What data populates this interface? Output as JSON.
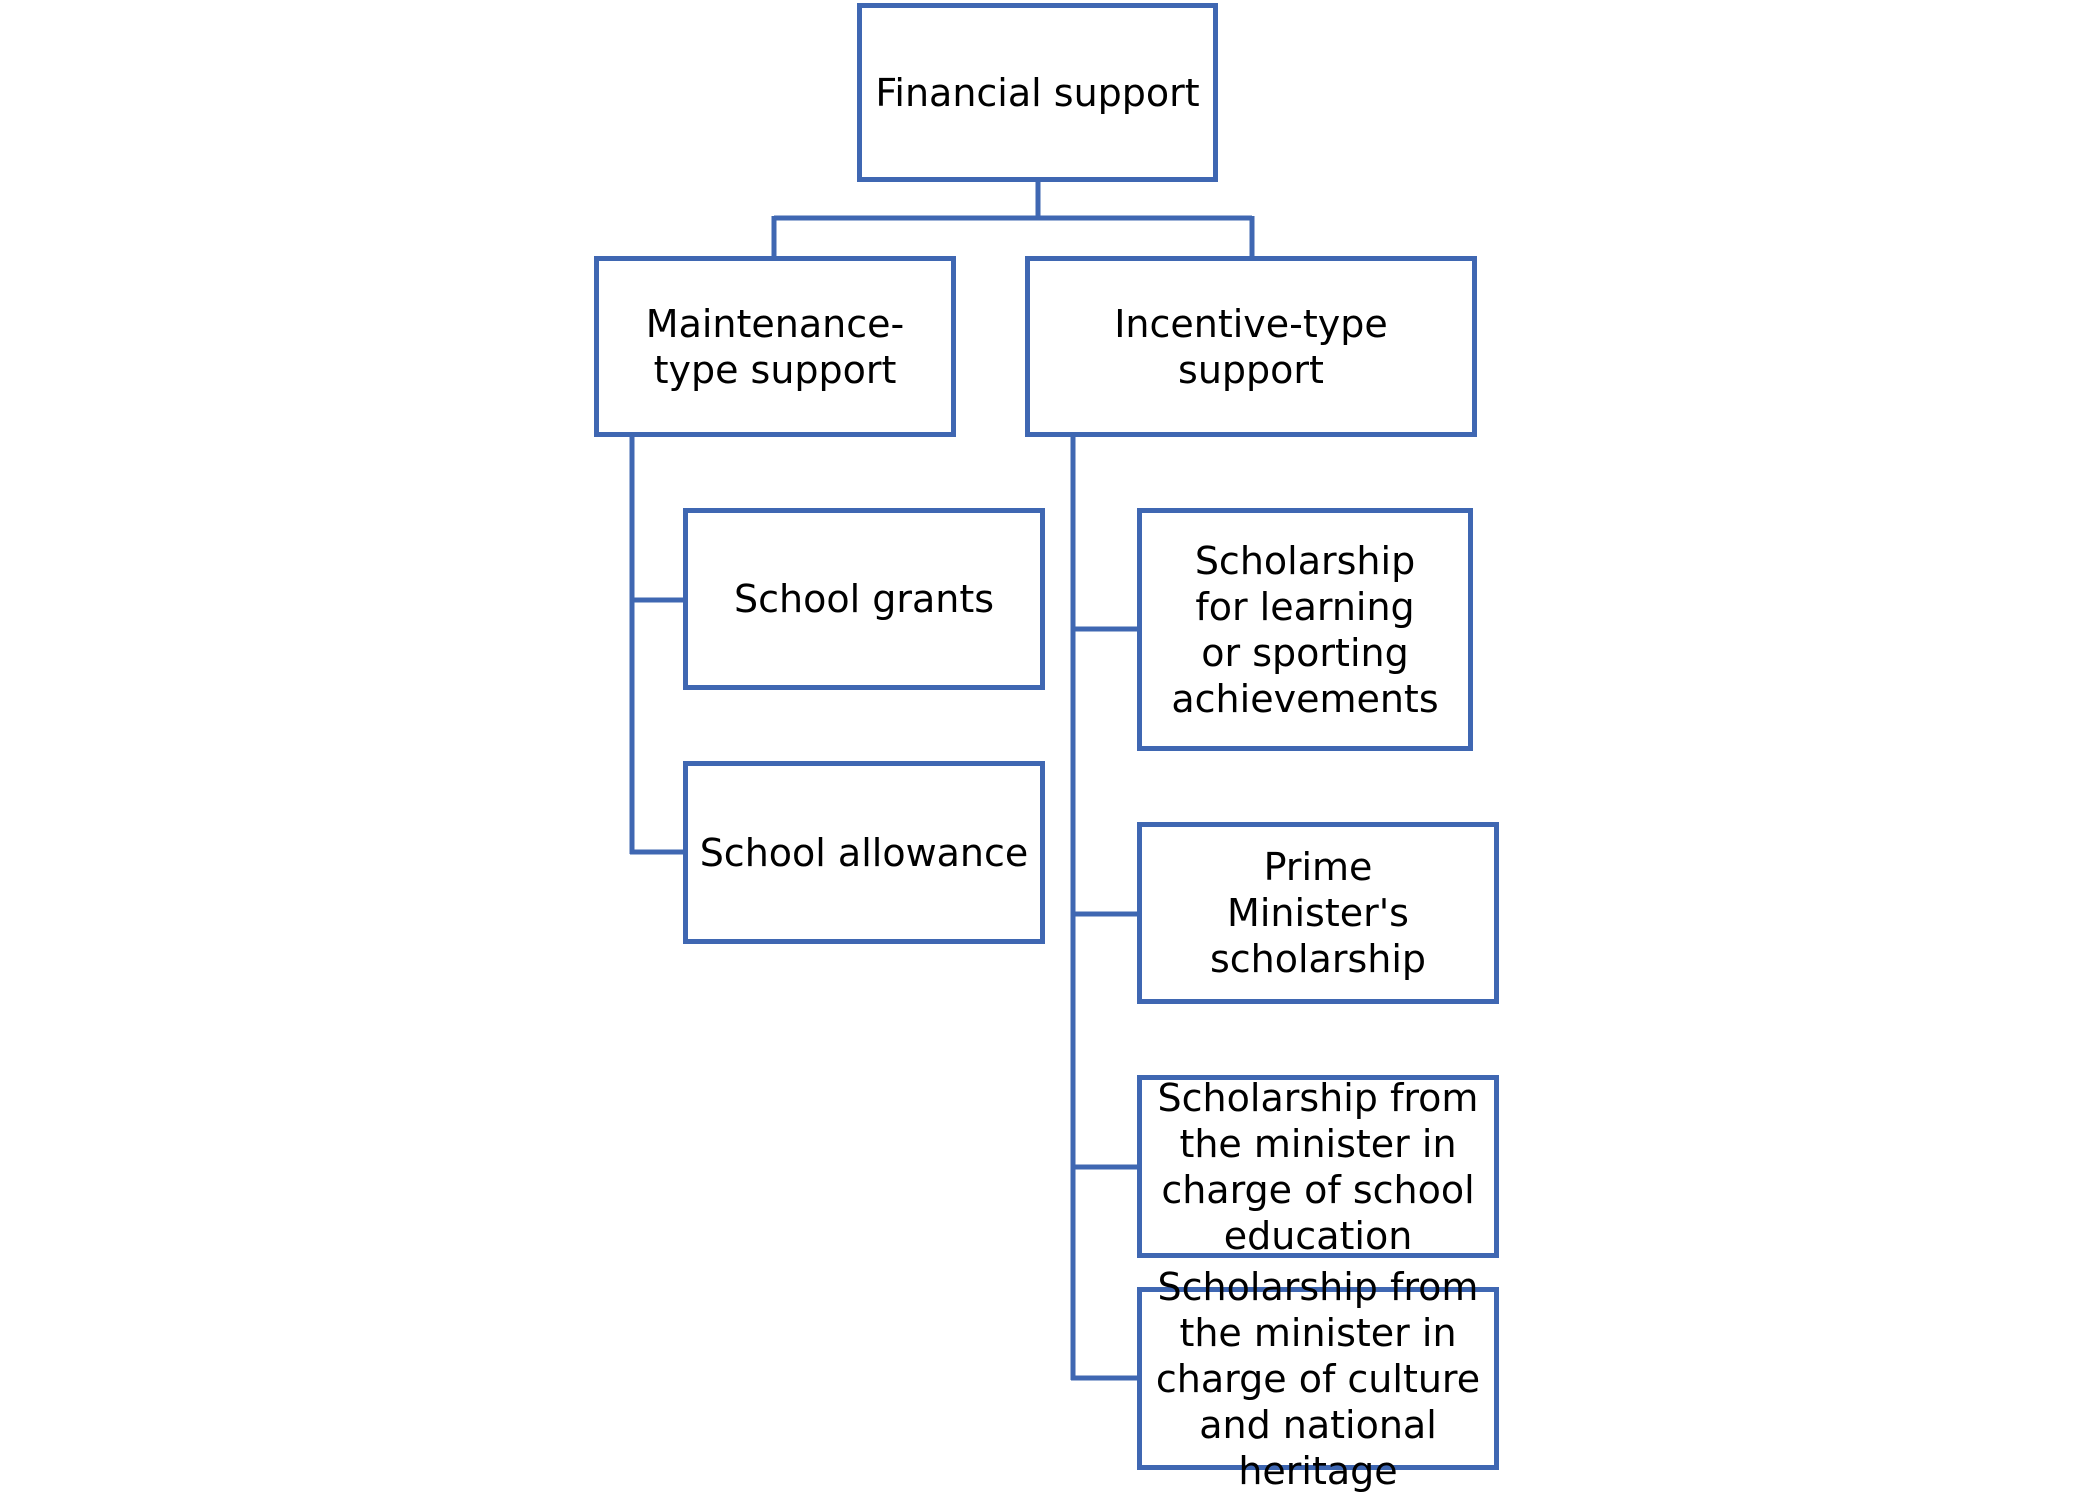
{
  "diagram": {
    "line_color": "#3f67b2",
    "root": {
      "label": "Financial support"
    },
    "branches": [
      {
        "label": "Maintenance-type support",
        "children": [
          {
            "label": "School grants"
          },
          {
            "label": "School allowance"
          }
        ]
      },
      {
        "label": "Incentive-type support",
        "children": [
          {
            "label": "Scholarship for learning or sporting achievements"
          },
          {
            "label": "Prime Minister's scholarship"
          },
          {
            "label": "Scholarship from the minister in charge of school education"
          },
          {
            "label": "Scholarship from the minister in charge of culture and national heritage"
          }
        ]
      }
    ]
  }
}
